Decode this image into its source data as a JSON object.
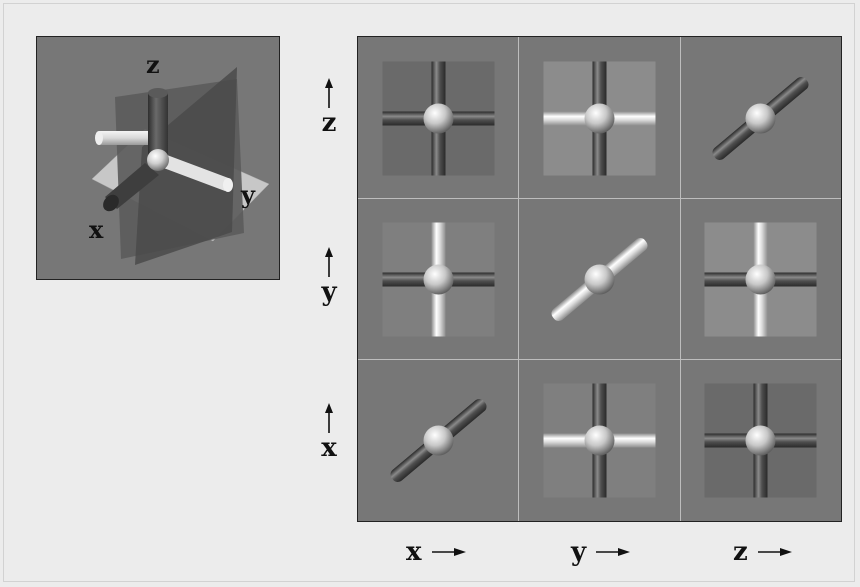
{
  "inset": {
    "axis_labels": {
      "z": "z",
      "y": "y",
      "x": "x"
    }
  },
  "grid": {
    "row_labels": [
      "z",
      "y",
      "x"
    ],
    "column_labels": [
      "x",
      "y",
      "z"
    ],
    "cells": [
      {
        "row": "z",
        "col": "x",
        "kind": "cross",
        "square": "dark",
        "horizontal": "dark",
        "vertical": "dark"
      },
      {
        "row": "z",
        "col": "y",
        "kind": "cross",
        "square": "light",
        "horizontal": "light",
        "vertical": "dark"
      },
      {
        "row": "z",
        "col": "z",
        "kind": "diagonal",
        "square": "none",
        "rod": "dark"
      },
      {
        "row": "y",
        "col": "x",
        "kind": "cross",
        "square": "mid",
        "horizontal": "dark",
        "vertical": "light"
      },
      {
        "row": "y",
        "col": "y",
        "kind": "diagonal",
        "square": "none",
        "rod": "light"
      },
      {
        "row": "y",
        "col": "z",
        "kind": "cross",
        "square": "light",
        "horizontal": "dark",
        "vertical": "light"
      },
      {
        "row": "x",
        "col": "x",
        "kind": "diagonal",
        "square": "none",
        "rod": "dark"
      },
      {
        "row": "x",
        "col": "y",
        "kind": "cross",
        "square": "mid",
        "horizontal": "light",
        "vertical": "dark"
      },
      {
        "row": "x",
        "col": "z",
        "kind": "cross",
        "square": "dark",
        "horizontal": "dark",
        "vertical": "dark"
      }
    ]
  },
  "colors": {
    "background": "#ececec",
    "panel": "#777777",
    "square_dark": "#6a6a6a",
    "square_mid": "#7f7f7f",
    "square_light": "#8c8c8c",
    "rod_dark": "#4f4f4f",
    "rod_light": "#dcdcdc",
    "grid_line": "#bdbdbd"
  }
}
